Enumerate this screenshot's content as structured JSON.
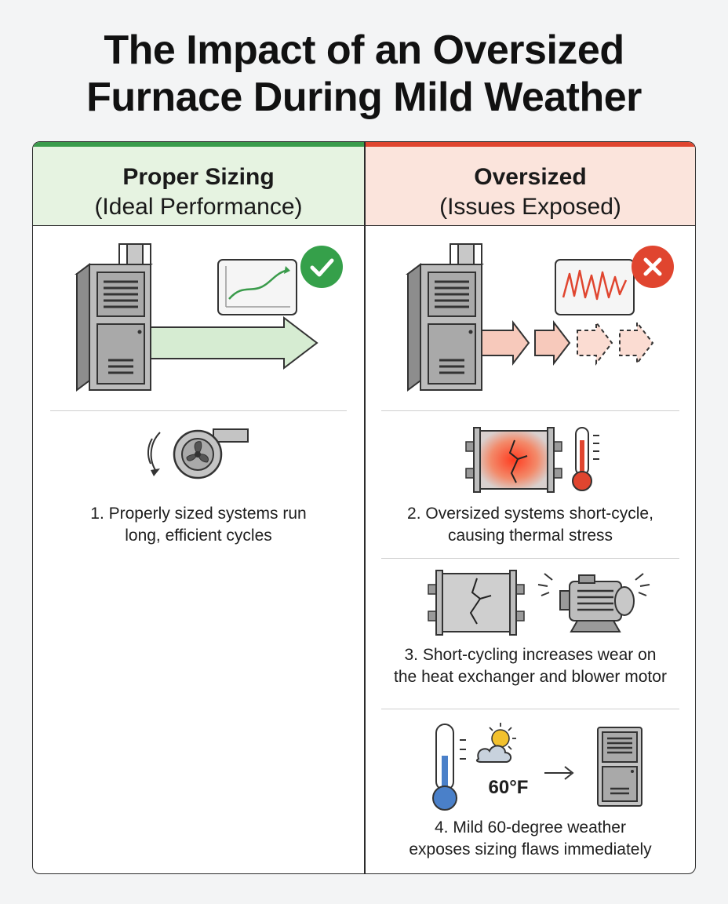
{
  "title": {
    "line1": "The Impact of an Oversized",
    "line2": "Furnace During Mild Weather"
  },
  "left": {
    "heading": "Proper Sizing",
    "subheading": "(Ideal Performance)",
    "status_icon": "check-icon",
    "accent": "#3a9b4b",
    "points": [
      {
        "text_line1": "1. Properly sized systems run",
        "text_line2": "long, efficient cycles",
        "icon": "blower-fan-icon"
      }
    ]
  },
  "right": {
    "heading": "Oversized",
    "subheading": "(Issues Exposed)",
    "status_icon": "x-icon",
    "accent": "#e0452f",
    "points": [
      {
        "text_line1": "2. Oversized systems short-cycle,",
        "text_line2": "causing thermal stress",
        "icon": "heat-exchanger-thermometer-icon"
      },
      {
        "text_line1": "3. Short-cycling increases wear on",
        "text_line2": "the heat exchanger and blower motor",
        "icon": "cracked-exchanger-motor-icon"
      },
      {
        "text_line1": "4. Mild 60-degree weather",
        "text_line2": "exposes sizing flaws immediately",
        "icon": "thermometer-weather-icon",
        "temperature": "60°F"
      }
    ]
  }
}
